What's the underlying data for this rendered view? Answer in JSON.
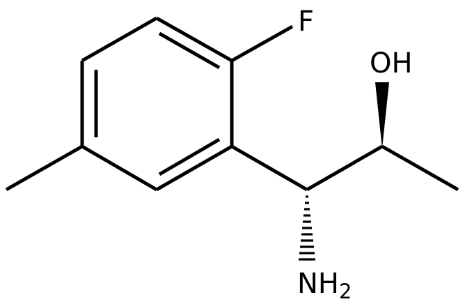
{
  "molecule": {
    "atoms": {
      "fluorine": "F",
      "hydroxyl": "OH",
      "amine": "NH",
      "amine_subscript": "2"
    },
    "stereo": {
      "hydroxyl_bond": "wedge",
      "amine_bond": "hash"
    },
    "colors": {
      "bond": "#000000",
      "background": "#ffffff"
    }
  }
}
